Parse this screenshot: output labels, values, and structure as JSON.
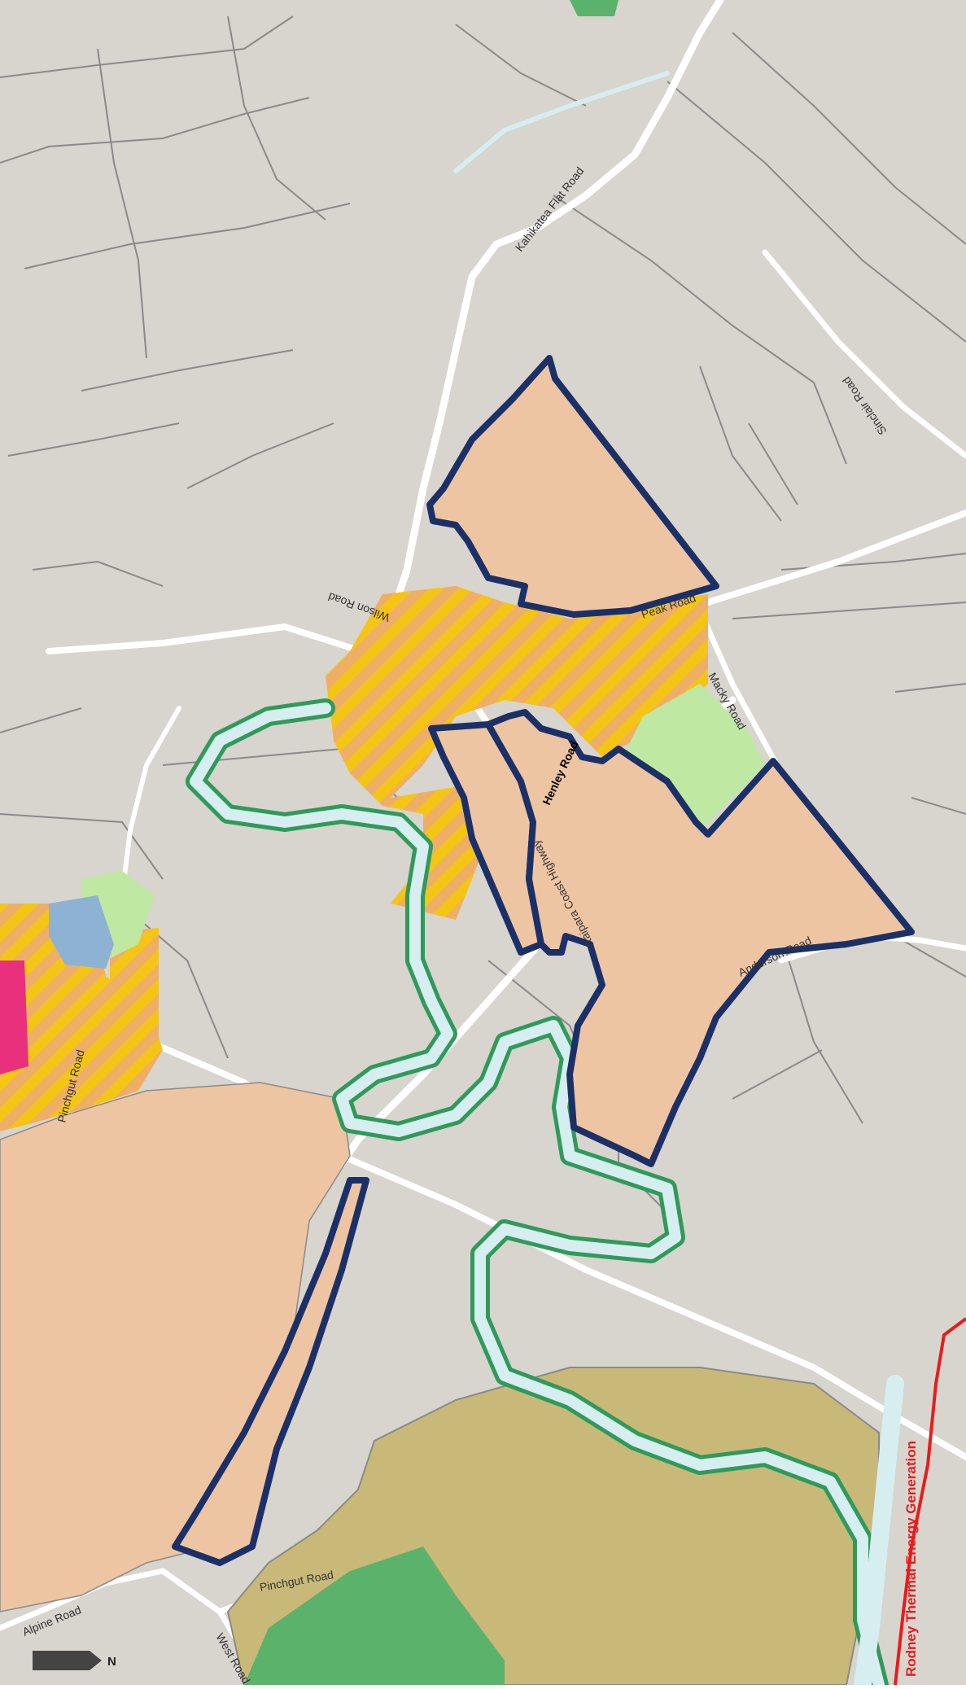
{
  "map": {
    "road_labels": {
      "kahikatea_flat_road": "Kahikatea Flat Road",
      "sinclair_road": "Sinclair Road",
      "wilson_road": "Wilson Road",
      "peak_road": "Peak Road",
      "macky_road": "Macky Road",
      "henley_road": "Henley Road",
      "anderson_road": "Anderson Road",
      "kaipara_coast_highway": "Kaipara Coast Highway",
      "pinchgut_road_north": "Pinchgut Road",
      "pinchgut_road_south": "Pinchgut Road",
      "alpine_road": "Alpine Road",
      "west_road": "West Road"
    },
    "facility_label": "Rodney Thermal Energy Generation",
    "north_arrow_label": "N",
    "colors": {
      "background": "#d8d4ce",
      "road": "#ffffff",
      "parcel_line": "#8a8a8a",
      "river": "#d7eef1",
      "river_bank": "#2f9a5a",
      "proposed_zone": "#eec5a2",
      "boundary": "#1c3068",
      "hatch_yellow": "#f4c514",
      "hatch_orange": "#eeae66",
      "light_green": "#bfe8a2",
      "dark_green": "#5bb26a",
      "olive": "#c9b979",
      "blue_zone": "#8eb2d4",
      "magenta": "#e8307c",
      "facility_red": "#e81c1c",
      "label_text": "#333333"
    }
  }
}
